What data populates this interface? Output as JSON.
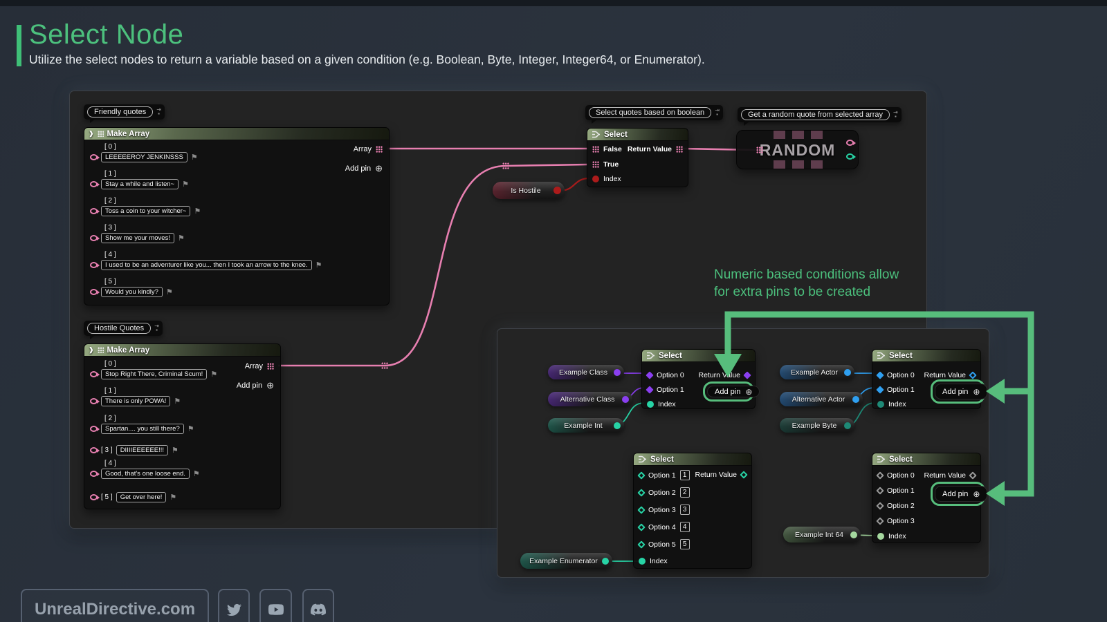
{
  "page": {
    "title": "Select Node",
    "subtitle": "Utilize the select nodes to return a variable based on a given condition (e.g. Boolean, Byte, Integer, Integer64, or Enumerator)."
  },
  "colors": {
    "accent_green": "#4cc07d",
    "arrow_green": "#57bd7c",
    "wire_pink": "#e77fb0",
    "wire_red": "#a81c1c",
    "type_purple": "#8a3ff0",
    "type_blue": "#2f9ff0",
    "type_teal": "#27d3a5",
    "type_dark_teal": "#1e8976",
    "type_light_green": "#a5d89f"
  },
  "comments": {
    "friendly": "Friendly quotes",
    "hostile": "Hostile Quotes",
    "select": "Select quotes based on boolean",
    "random": "Get a random quote from selected array"
  },
  "make_array": {
    "title": "Make Array",
    "output_label": "Array",
    "add_pin_label": "Add pin"
  },
  "friendly_items": [
    {
      "idx": "[ 0 ]",
      "text": "LEEEEEROY JENKINSSS"
    },
    {
      "idx": "[ 1 ]",
      "text": "Stay a while and listen~"
    },
    {
      "idx": "[ 2 ]",
      "text": "Toss a coin to your witcher~"
    },
    {
      "idx": "[ 3 ]",
      "text": "Show me your moves!"
    },
    {
      "idx": "[ 4 ]",
      "text": "I used to be an adventurer like you... then I took an arrow to the knee."
    },
    {
      "idx": "[ 5 ]",
      "text": "Would you kindly?"
    }
  ],
  "hostile_items": [
    {
      "idx": "[ 0 ]",
      "text": "Stop Right There, Criminal Scum!"
    },
    {
      "idx": "[ 1 ]",
      "text": "There is only POWA!"
    },
    {
      "idx": "[ 2 ]",
      "text": "Spartan.... you still there?"
    },
    {
      "idx": "[ 3 ]",
      "text": "DIIIIEEEEEE!!!"
    },
    {
      "idx": "[ 4 ]",
      "text": "Good, that's one loose end."
    },
    {
      "idx": "[ 5 ]",
      "text": "Get over here!"
    }
  ],
  "select_bool": {
    "title": "Select",
    "pin_false": "False",
    "pin_true": "True",
    "pin_index": "Index",
    "return_value": "Return Value"
  },
  "random_node": {
    "label": "RANDOM"
  },
  "is_hostile": {
    "label": "Is Hostile"
  },
  "annotation": {
    "line1": "Numeric based conditions allow",
    "line2": "for extra pins to be created"
  },
  "ex": {
    "select_title": "Select",
    "return_value": "Return Value",
    "add_pin": "Add pin",
    "index": "Index",
    "option0": "Option 0",
    "option1": "Option 1",
    "option2": "Option 2",
    "option3": "Option 3",
    "pills": {
      "example_class": "Example Class",
      "alternative_class": "Alternative Class",
      "example_int": "Example Int",
      "example_actor": "Example Actor",
      "alternative_actor": "Alternative Actor",
      "example_byte": "Example Byte",
      "example_enumerator": "Example Enumerator",
      "example_int64": "Example Int 64"
    },
    "enum_rows": [
      {
        "label": "Option 1",
        "value": "1"
      },
      {
        "label": "Option 2",
        "value": "2"
      },
      {
        "label": "Option 3",
        "value": "3"
      },
      {
        "label": "Option 4",
        "value": "4"
      },
      {
        "label": "Option 5",
        "value": "5"
      }
    ]
  },
  "footer": {
    "site": "UnrealDirective.com",
    "icons": [
      "twitter",
      "youtube",
      "discord"
    ]
  }
}
